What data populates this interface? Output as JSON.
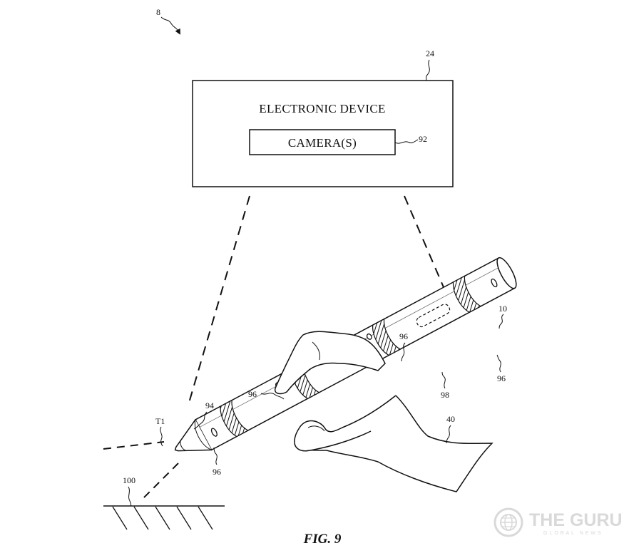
{
  "figure": {
    "caption": "FIG. 9",
    "device_label": "ELECTRONIC DEVICE",
    "camera_label": "CAMERA(S)"
  },
  "reference_numerals": {
    "system": "8",
    "device": "24",
    "camera": "92",
    "stylus": "10",
    "marker_top": "96",
    "marker_right": "96",
    "marker_left": "96",
    "marker_bottom": "96",
    "region": "98",
    "tip_marker": "94",
    "tip": "T1",
    "hand": "40",
    "surface": "100"
  },
  "watermark": {
    "title": "THE GURU",
    "subtitle": "GLOBAL NEWS",
    "icon": "globe-icon"
  }
}
